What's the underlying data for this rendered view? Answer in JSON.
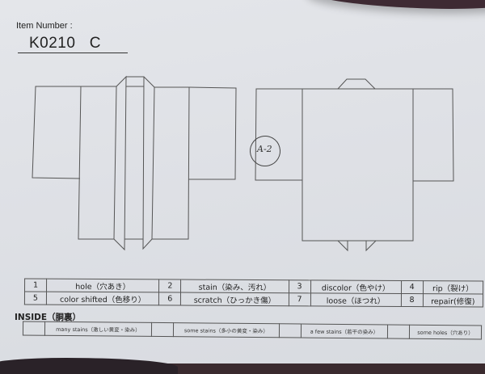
{
  "header": {
    "item_label": "Item Number :",
    "item_number": "K0210   C"
  },
  "diagrams": {
    "front": "kimono-front",
    "back": "kimono-back",
    "annotation": "A-2"
  },
  "legend": {
    "rows": [
      [
        {
          "num": "1",
          "label": "hole（穴あき）"
        },
        {
          "num": "2",
          "label": "stain（染み、汚れ）"
        },
        {
          "num": "3",
          "label": "discolor（色やけ）"
        },
        {
          "num": "4",
          "label": "rip（裂け）"
        }
      ],
      [
        {
          "num": "5",
          "label": "color shifted（色移り）"
        },
        {
          "num": "6",
          "label": "scratch（ひっかき傷）"
        },
        {
          "num": "7",
          "label": "loose（ほつれ）"
        },
        {
          "num": "8",
          "label": "repair(修復)"
        }
      ]
    ]
  },
  "inside": {
    "title": "INSIDE（胴裏）",
    "items": [
      {
        "label": "many stains（激しい黄変・染み）"
      },
      {
        "label": "some stains（多小の黄変・染み）"
      },
      {
        "label": "a few stains（若干の染み）"
      },
      {
        "label": "some holes（穴あり）"
      }
    ]
  }
}
